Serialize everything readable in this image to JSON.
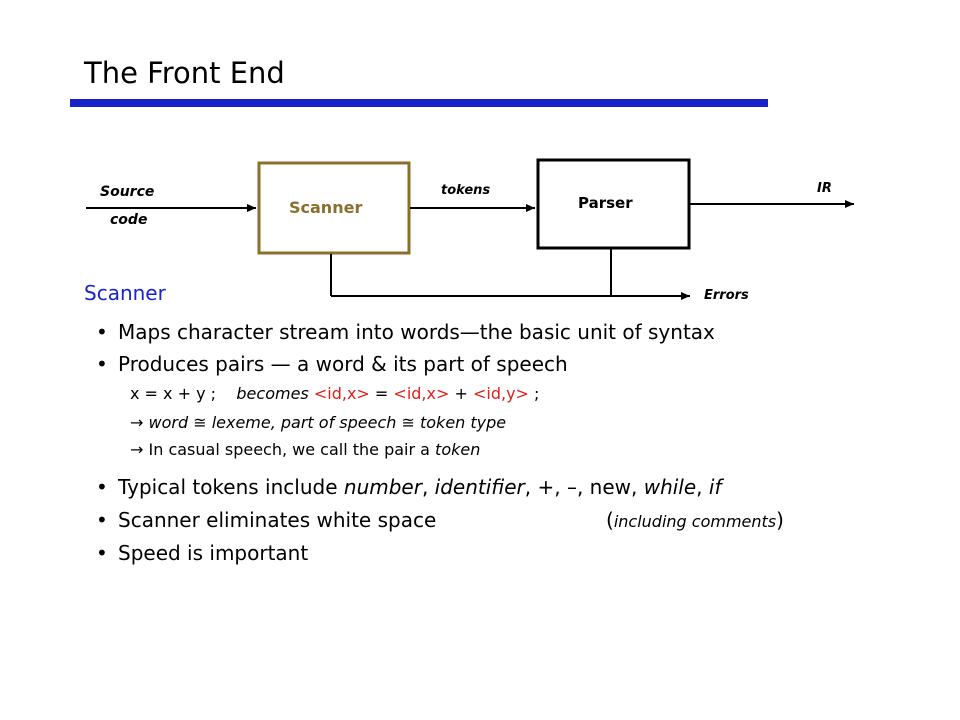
{
  "title": "The Front End",
  "colors": {
    "accent": "#1a22cc",
    "scanner_border": "#8b6f2c",
    "scanner_text": "#8b6f2c",
    "token_red": "#e0201a"
  },
  "diagram": {
    "source_label_1": "Source",
    "source_label_2": "code",
    "scanner_box": "Scanner",
    "tokens_label": "tokens",
    "parser_box": "Parser",
    "ir_label": "IR",
    "errors_label": "Errors"
  },
  "section_title": "Scanner",
  "bullets": [
    {
      "dot": "•",
      "text": "Maps character stream into words—the basic unit of syntax"
    },
    {
      "dot": "•",
      "text": "Produces pairs — a word & its part of speech"
    }
  ],
  "example": {
    "lhs": "x = x + y ;",
    "becomes": "becomes",
    "tok1": "<id,x>",
    "eq": "=",
    "tok2": "<id,x>",
    "plus": "+",
    "tok3": "<id,y>",
    "semi": ";"
  },
  "subpoints": [
    {
      "arrow": "→",
      "text": "word ≅ lexeme, part of speech ≅ token type"
    },
    {
      "arrow": "→",
      "text_a": "In casual speech, we call the pair a ",
      "text_b": "token"
    }
  ],
  "bullets2": [
    {
      "dot": "•",
      "t1": "Typical tokens include ",
      "t2": "number",
      "t3": ", ",
      "t4": "identifier",
      "t5": ", +, –, new, ",
      "t6": "while",
      "t7": ", ",
      "t8": "if"
    },
    {
      "dot": "•",
      "t1": "Scanner eliminates white space",
      "t2": "(",
      "t3": "including comments",
      "t4": ")"
    },
    {
      "dot": "•",
      "t1": "Speed is important"
    }
  ]
}
